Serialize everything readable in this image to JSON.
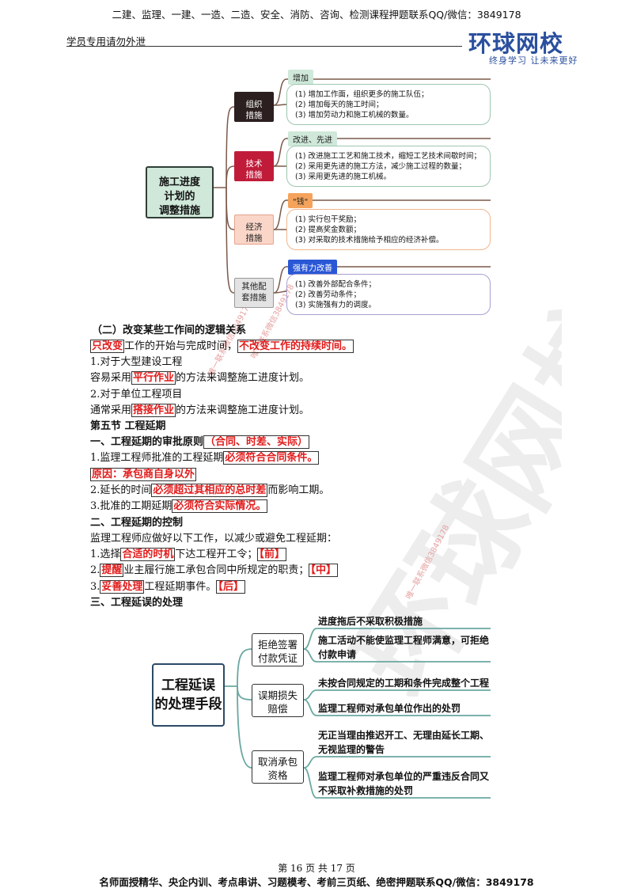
{
  "header": {
    "promo": "二建、监理、一建、一造、二造、安全、消防、咨询、检测课程押题联系QQ/微信：3849178",
    "student_notice": "学员专用请勿外泄",
    "logo": "环球网校",
    "logo_slogan": "终身学习  让未来更好"
  },
  "watermark": {
    "big": "环球网校",
    "small1": "唯一联系微信3849178",
    "small2": "唯一联系微信3849178",
    "small3": "唯一联系微信3849178"
  },
  "mindmap1": {
    "center": "施工进度\n计划的\n调整措施",
    "categories": [
      {
        "label": "组织\n措施",
        "tag": "增加",
        "tag_color": "#cfe8d9",
        "box_color": "#9dc7ae",
        "items": [
          "(1) 增加工作面，组织更多的施工队伍；",
          "(2) 增加每天的施工时间；",
          "(3) 增加劳动力和施工机械的数量。"
        ]
      },
      {
        "label": "技术\n措施",
        "tag": "改进、先进",
        "tag_color": "#cfe8d9",
        "box_color": "#9dc7ae",
        "items": [
          "(1) 改进施工工艺和施工技术，缩短工艺技术间歇时间；",
          "(2) 采用更先进的施工方法，减少施工过程的数量；",
          "(3) 采用更先进的施工机械。"
        ]
      },
      {
        "label": "经济\n措施",
        "tag": "\"钱\"",
        "tag_color": "#f5a35c",
        "box_color": "#f2b58c",
        "items": [
          "(1) 实行包干奖励；",
          "(2) 提高奖金数额；",
          "(3) 对采取的技术措施给予相应的经济补偿。"
        ]
      },
      {
        "label": "其他配\n套措施",
        "tag": "强有力改善",
        "tag_color": "#2a57d6",
        "box_color": "#a99fd0",
        "items": [
          "(1) 改善外部配合条件；",
          "(2) 改善劳动条件；",
          "(3) 实施强有力的调度。"
        ]
      }
    ]
  },
  "body": {
    "h_logic": "（二）改变某些工作间的逻辑关系",
    "logic_a": "只改变",
    "logic_b": "工作的开始与完成时间，",
    "logic_c": "不改变工作的持续时间。",
    "p1": "1.对于大型建设工程",
    "p1b_a": "容易采用",
    "p1b_b": "平行作业",
    "p1b_c": "的方法来调整施工进度计划。",
    "p2": "2.对于单位工程项目",
    "p2b_a": "通常采用",
    "p2b_b": "搭接作业",
    "p2b_c": "的方法来调整施工进度计划。",
    "section5": "第五节  工程延期",
    "h1_a": "一、工程延期的审批原则",
    "h1_b": "（合同、时差、实际）",
    "r1_a": "1.监理工程师批准的工程延期",
    "r1_b": "必须符合合同条件。",
    "r1_reason": "原因：承包商自身以外",
    "r2_a": "2.延长的时间",
    "r2_b": "必须超过其相应的总时差",
    "r2_c": "而影响工期。",
    "r3_a": "3.批准的工期延期",
    "r3_b": "必须符合实际情况。",
    "h2": "二、工程延期的控制",
    "c_intro": "监理工程师应做好以下工作，以减少或避免工程延期：",
    "c1_a": "1.选择",
    "c1_b": "合适的时机",
    "c1_c": "下达工程开工令；",
    "c1_d": "【前】",
    "c2_a": "2.",
    "c2_b": "提醒",
    "c2_c": "业主履行施工承包合同中所规定的职责；",
    "c2_d": "【中】",
    "c3_a": "3.",
    "c3_b": "妥善处理",
    "c3_c": "工程延期事件。",
    "c3_d": "【后】",
    "h3": "三、工程延误的处理"
  },
  "mindmap2": {
    "center": "工程延误\n的处理手段",
    "categories": [
      {
        "label": "拒绝签署\n付款凭证",
        "items": [
          "进度拖后不采取积极措施",
          "施工活动不能使监理工程师满意，可拒绝\n付款申请"
        ]
      },
      {
        "label": "误期损失\n赔偿",
        "items": [
          "未按合同规定的工期和条件完成整个工程",
          "监理工程师对承包单位作出的处罚"
        ]
      },
      {
        "label": "取消承包\n资格",
        "items": [
          "无正当理由推迟开工、无理由延长工期、\n无视监理的警告",
          "监理工程师对承包单位的严重违反合同又\n不采取补救措施的处罚"
        ]
      }
    ]
  },
  "footer": {
    "page": "第 16 页 共 17 页",
    "promo": "名师面授精华、央企内训、考点串讲、习题模考、考前三页纸、绝密押题联系QQ/微信：3849178"
  }
}
